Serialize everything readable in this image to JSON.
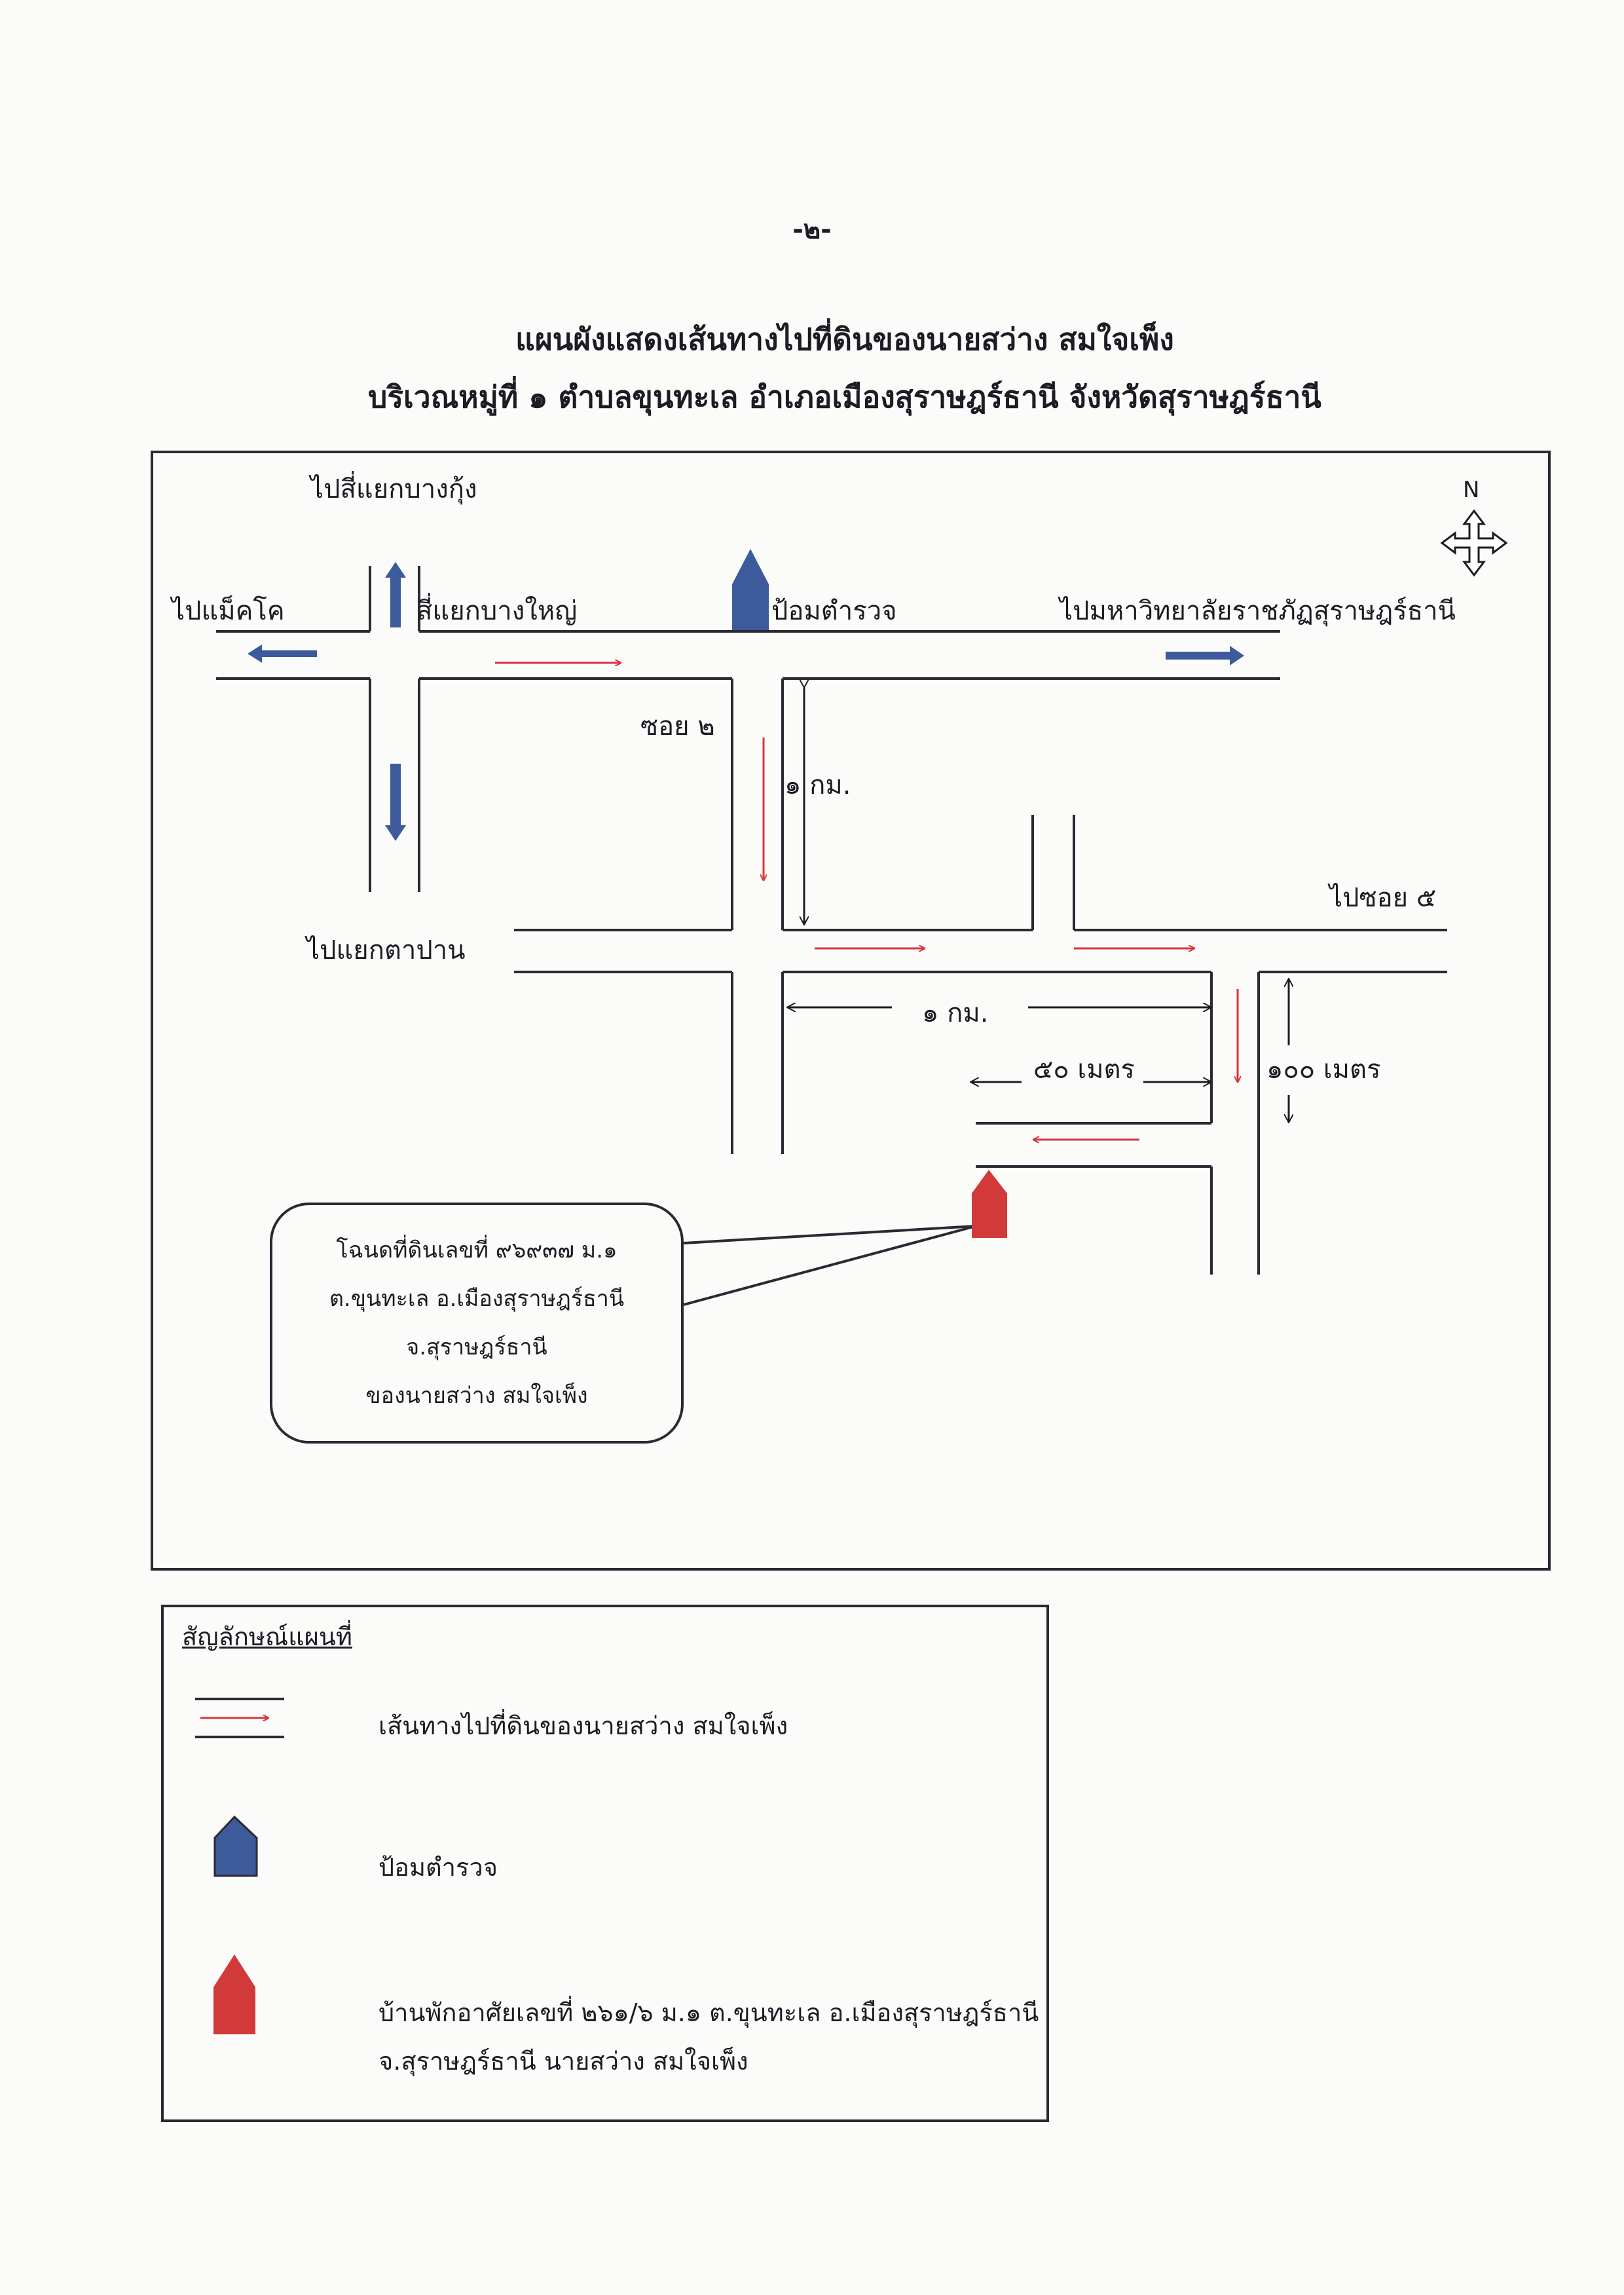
{
  "page_number": "-๒-",
  "title": {
    "line1": "แผนผังแสดงเส้นทางไปที่ดินของนายสว่าง สมใจเพ็ง",
    "line2": "บริเวณหมู่ที่ ๑ ตำบลขุนทะเล อำเภอเมืองสุราษฎร์ธานี จังหวัดสุราษฎร์ธานี"
  },
  "map": {
    "north_label": "N",
    "labels": {
      "to_bang_kung": "ไปสี่แยกบางกุ้ง",
      "to_makro": "ไปแม็คโค",
      "bang_yai_junction": "สี่แยกบางใหญ่",
      "police_box": "ป้อมตำรวจ",
      "to_university": "ไปมหาวิทยาลัยราชภัฏสุราษฎร์ธานี",
      "soi_2": "ซอย ๒",
      "dist_1km_vertical": "๑ กม.",
      "to_ta_pan": "ไปแยกตาปาน",
      "to_soi_5": "ไปซอย ๕",
      "dist_1km_horizontal": "๑ กม.",
      "dist_50m": "๕๐ เมตร",
      "dist_100m": "๑๐๐ เมตร"
    },
    "callout": [
      "โฉนดที่ดินเลขที่ ๙๖๙๓๗ ม.๑",
      "ต.ขุนทะเล อ.เมืองสุราษฎร์ธานี",
      "จ.สุราษฎร์ธานี",
      "ของนายสว่าง สมใจเพ็ง"
    ],
    "colors": {
      "road": "#2a2a33",
      "route_arrow": "#d8343c",
      "traffic_arrow": "#3d5a9a",
      "police_marker": "#3d5a9a",
      "house_marker": "#d23a3a"
    }
  },
  "legend": {
    "title": "สัญลักษณ์แผนที่",
    "route": "เส้นทางไปที่ดินของนายสว่าง สมใจเพ็ง",
    "police": "ป้อมตำรวจ",
    "house_line1": "บ้านพักอาศัยเลขที่ ๒๖๑/๖ ม.๑ ต.ขุนทะเล อ.เมืองสุราษฎร์ธานี",
    "house_line2": "จ.สุราษฎร์ธานี นายสว่าง สมใจเพ็ง"
  }
}
